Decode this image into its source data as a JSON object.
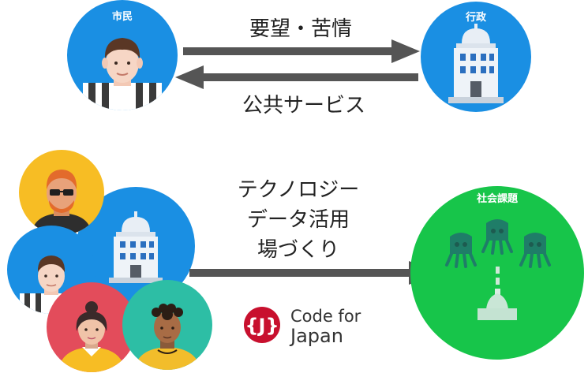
{
  "top": {
    "citizen_label": "市民",
    "government_label": "行政",
    "request_label": "要望・苦情",
    "service_label": "公共サービス"
  },
  "bottom": {
    "center_lines": [
      "テクノロジー",
      "データ活用",
      "場づくり"
    ],
    "social_label": "社会課題"
  },
  "logo": {
    "line1": "Code for",
    "line2": "Japan",
    "mark": "{J}"
  },
  "colors": {
    "blue": "#1a8fe3",
    "green": "#17c54a",
    "yellow": "#f7bd24",
    "red": "#e34c5b",
    "teal": "#2dbea5",
    "arrow": "#555555",
    "logo_red": "#c8102e"
  }
}
